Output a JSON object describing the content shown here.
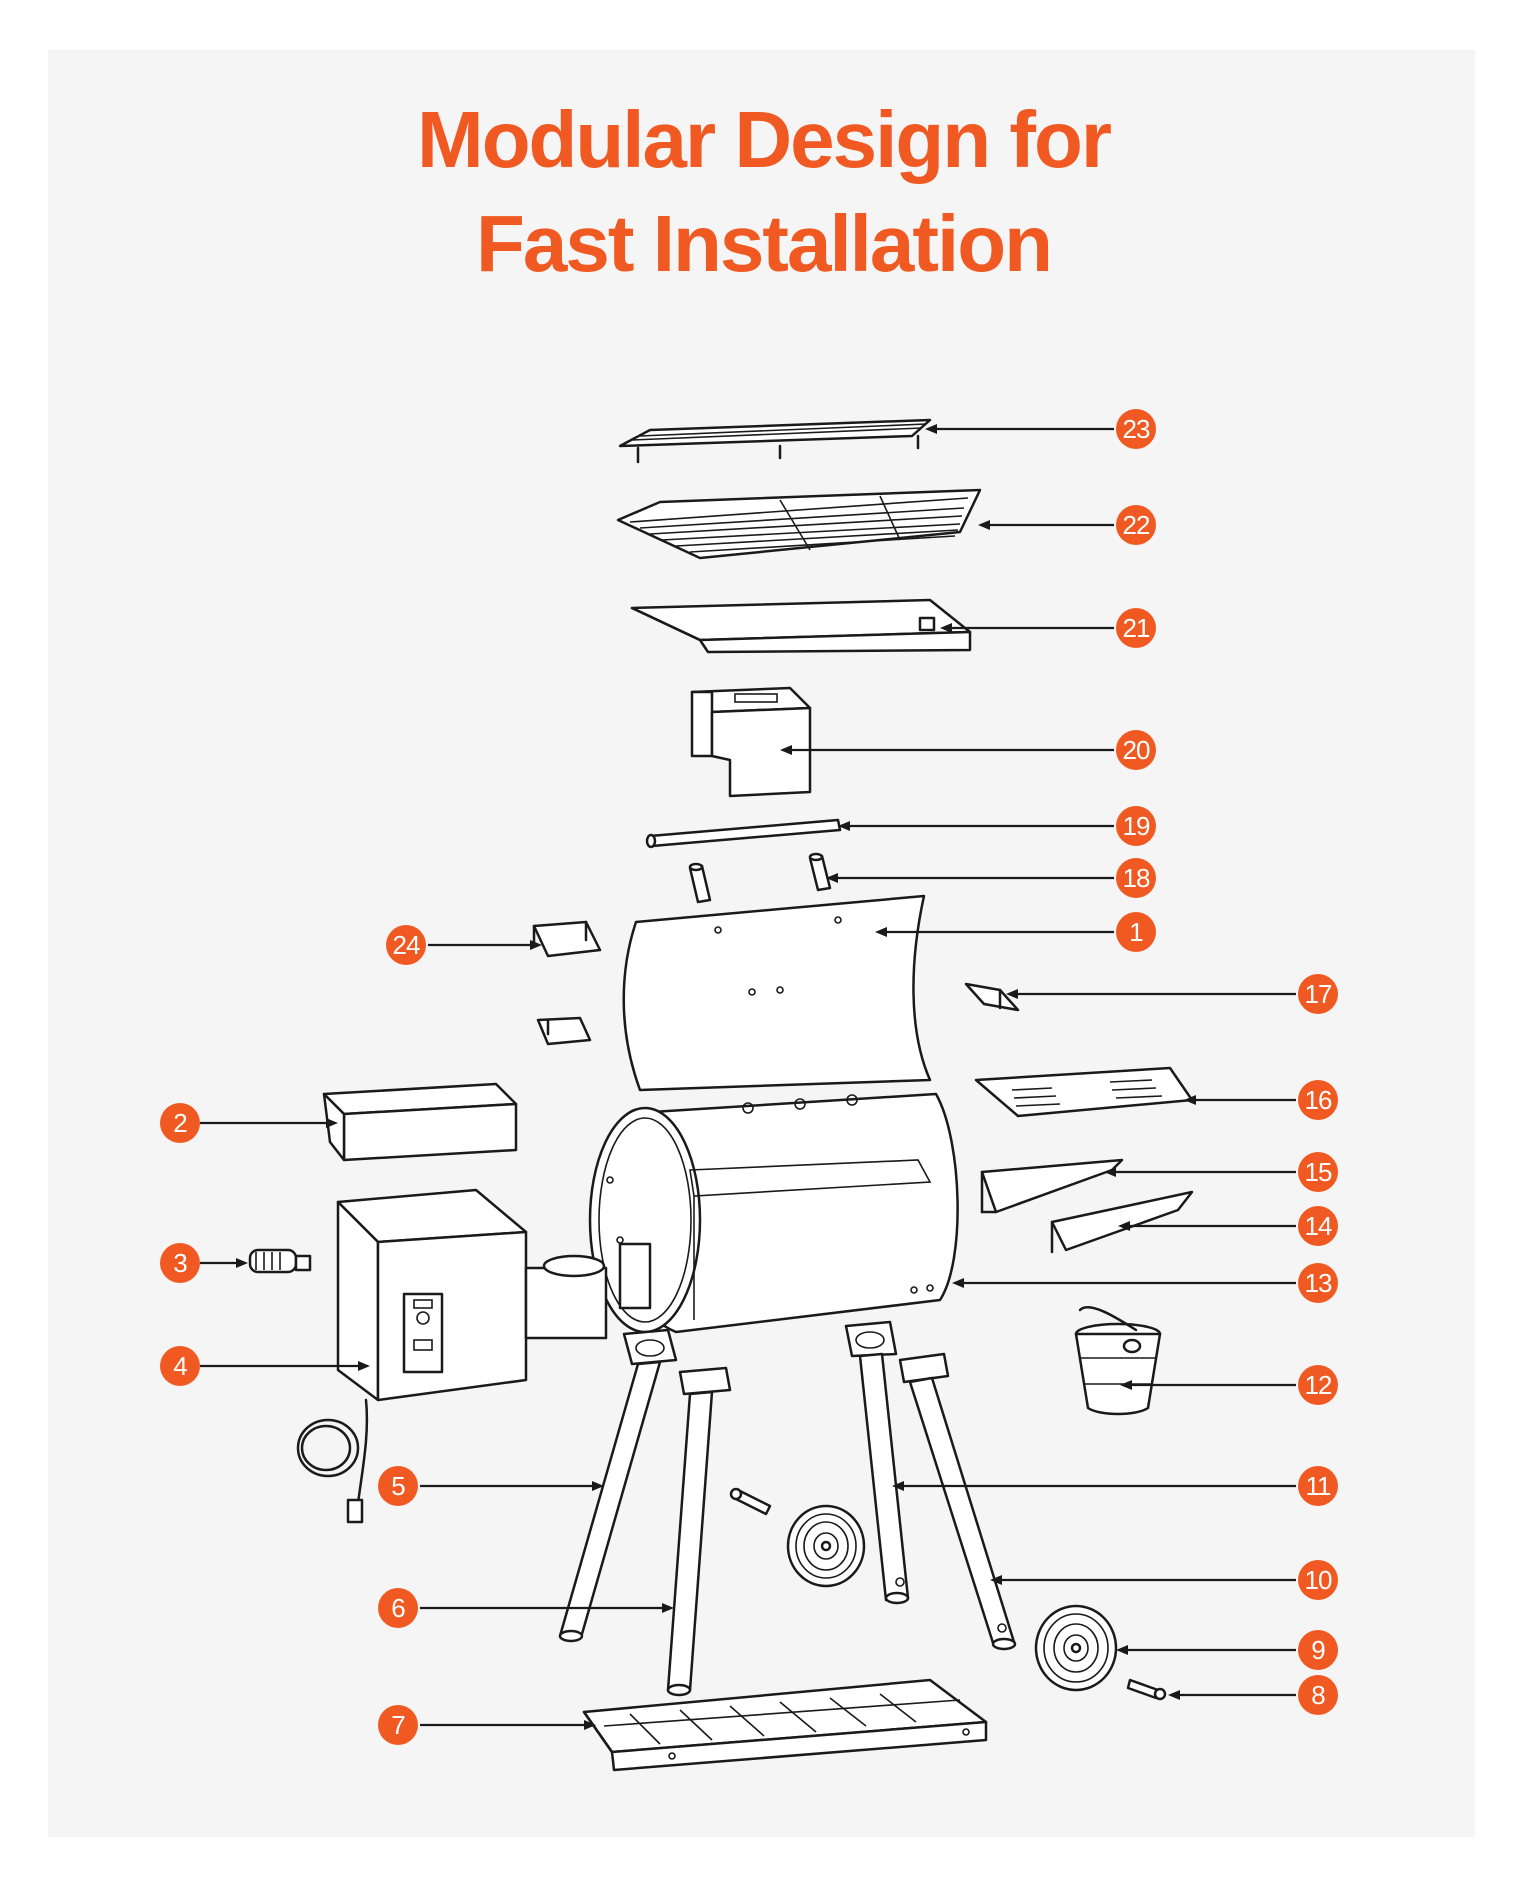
{
  "title": {
    "line1": "Modular Design for",
    "line2": "Fast Installation"
  },
  "callouts": [
    {
      "n": "23"
    },
    {
      "n": "22"
    },
    {
      "n": "21"
    },
    {
      "n": "20"
    },
    {
      "n": "19"
    },
    {
      "n": "18"
    },
    {
      "n": "1"
    },
    {
      "n": "24"
    },
    {
      "n": "17"
    },
    {
      "n": "16"
    },
    {
      "n": "2"
    },
    {
      "n": "15"
    },
    {
      "n": "14"
    },
    {
      "n": "3"
    },
    {
      "n": "13"
    },
    {
      "n": "4"
    },
    {
      "n": "12"
    },
    {
      "n": "5"
    },
    {
      "n": "11"
    },
    {
      "n": "10"
    },
    {
      "n": "6"
    },
    {
      "n": "9"
    },
    {
      "n": "8"
    },
    {
      "n": "7"
    }
  ],
  "colors": {
    "accent": "#f05a22",
    "background": "#f5f5f5",
    "line": "#1a1a1a"
  }
}
